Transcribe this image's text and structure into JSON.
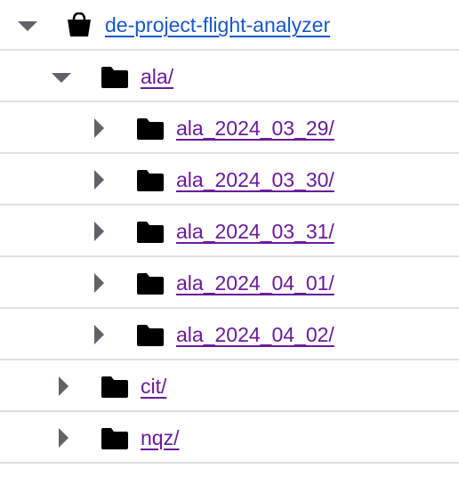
{
  "colors": {
    "bucket_link": "#1a57c8",
    "folder_link": "#6a1b9a",
    "divider": "#e0e0e0",
    "icon": "#000000",
    "toggle": "#5f6368"
  },
  "tree": {
    "bucket": {
      "name": "de-project-flight-analyzer",
      "icon": "bucket-icon",
      "expanded": true
    },
    "folders": [
      {
        "name": "ala/",
        "icon": "folder-icon",
        "expanded": true,
        "children": [
          {
            "name": "ala_2024_03_29/",
            "icon": "folder-icon",
            "expanded": false
          },
          {
            "name": "ala_2024_03_30/",
            "icon": "folder-icon",
            "expanded": false
          },
          {
            "name": "ala_2024_03_31/",
            "icon": "folder-icon",
            "expanded": false
          },
          {
            "name": "ala_2024_04_01/",
            "icon": "folder-icon",
            "expanded": false
          },
          {
            "name": "ala_2024_04_02/",
            "icon": "folder-icon",
            "expanded": false
          }
        ]
      },
      {
        "name": "cit/",
        "icon": "folder-icon",
        "expanded": false
      },
      {
        "name": "nqz/",
        "icon": "folder-icon",
        "expanded": false
      }
    ]
  }
}
